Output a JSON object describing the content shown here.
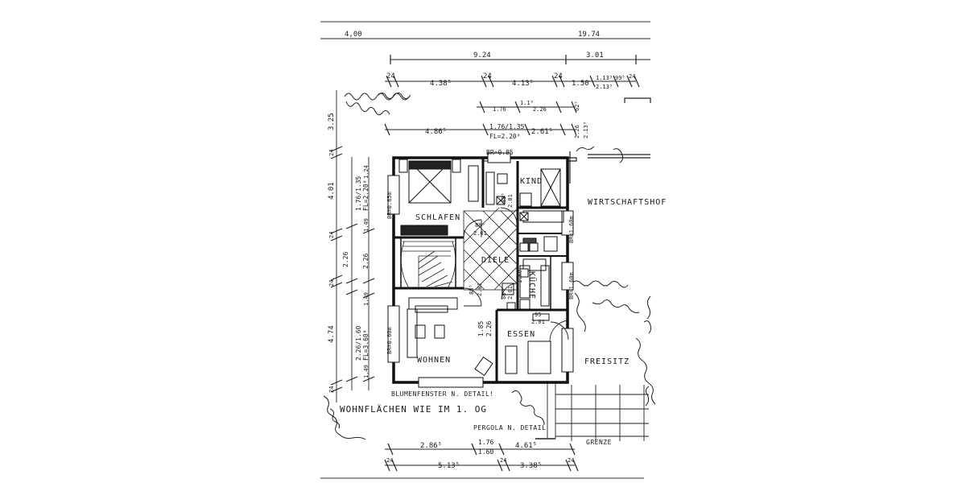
{
  "rooms": {
    "schlafen": "SCHLAFEN",
    "kind": "KIND",
    "diele": "DIELE",
    "kueche": "KÜCHE",
    "wohnen": "WOHNEN",
    "essen": "ESSEN",
    "freisitz": "FREISITZ",
    "wirtschaftshof": "WIRTSCHAFTSHOF"
  },
  "notes": {
    "blumenfenster": "BLUMENFENSTER N. DETAIL!",
    "wohnflaechen": "WOHNFLÄCHEN WIE IM 1. OG",
    "pergola": "PERGOLA N. DETAIL",
    "grenze": "GRENZE"
  },
  "dimensions": {
    "top_row1": [
      "4,00",
      "19.74"
    ],
    "top_row2": [
      "9.24",
      "3.01"
    ],
    "top_row3": [
      "24",
      "4.38⁵",
      "24",
      "4.13⁵",
      "24",
      "1.50",
      "1.13⁵",
      "2.13⁵",
      "99⁵",
      "24"
    ],
    "top_row4": [
      "1.76",
      "1.1⁰",
      "2.26",
      "62⁵"
    ],
    "top_row5": [
      "4.86⁵",
      "1.76/1.35",
      "FL=2.20⁰",
      "2.61⁵",
      "2.26",
      "2.13⁵"
    ],
    "left_outer": [
      "3.25",
      "24",
      "4.01",
      "24",
      "2.26",
      "24",
      "4.74",
      "24"
    ],
    "left_inner": [
      "1.76/1.35",
      "FL=2.20⁰",
      "1.24",
      "1.49",
      "2.26",
      "1.49",
      "2.26/1.60",
      "FL=3.60⁰",
      "1.49"
    ],
    "bottom_row1": [
      "2.86⁵",
      "1.76",
      "1.60",
      "4.61⁵"
    ],
    "bottom_row2": [
      "24",
      "5.13⁵",
      "24",
      "3.38⁵",
      "24"
    ],
    "openings": [
      "BR=0.85",
      "BR=0.85m",
      "BR=0.60m",
      "BR=1.60m",
      "BR=1.60m",
      "88⁵",
      "2.01",
      "88⁵",
      "2.01",
      "88⁵",
      "2.01",
      "88⁵",
      "2.01",
      "95",
      "2.01",
      "1.85",
      "2.26",
      "1.Ke"
    ]
  }
}
